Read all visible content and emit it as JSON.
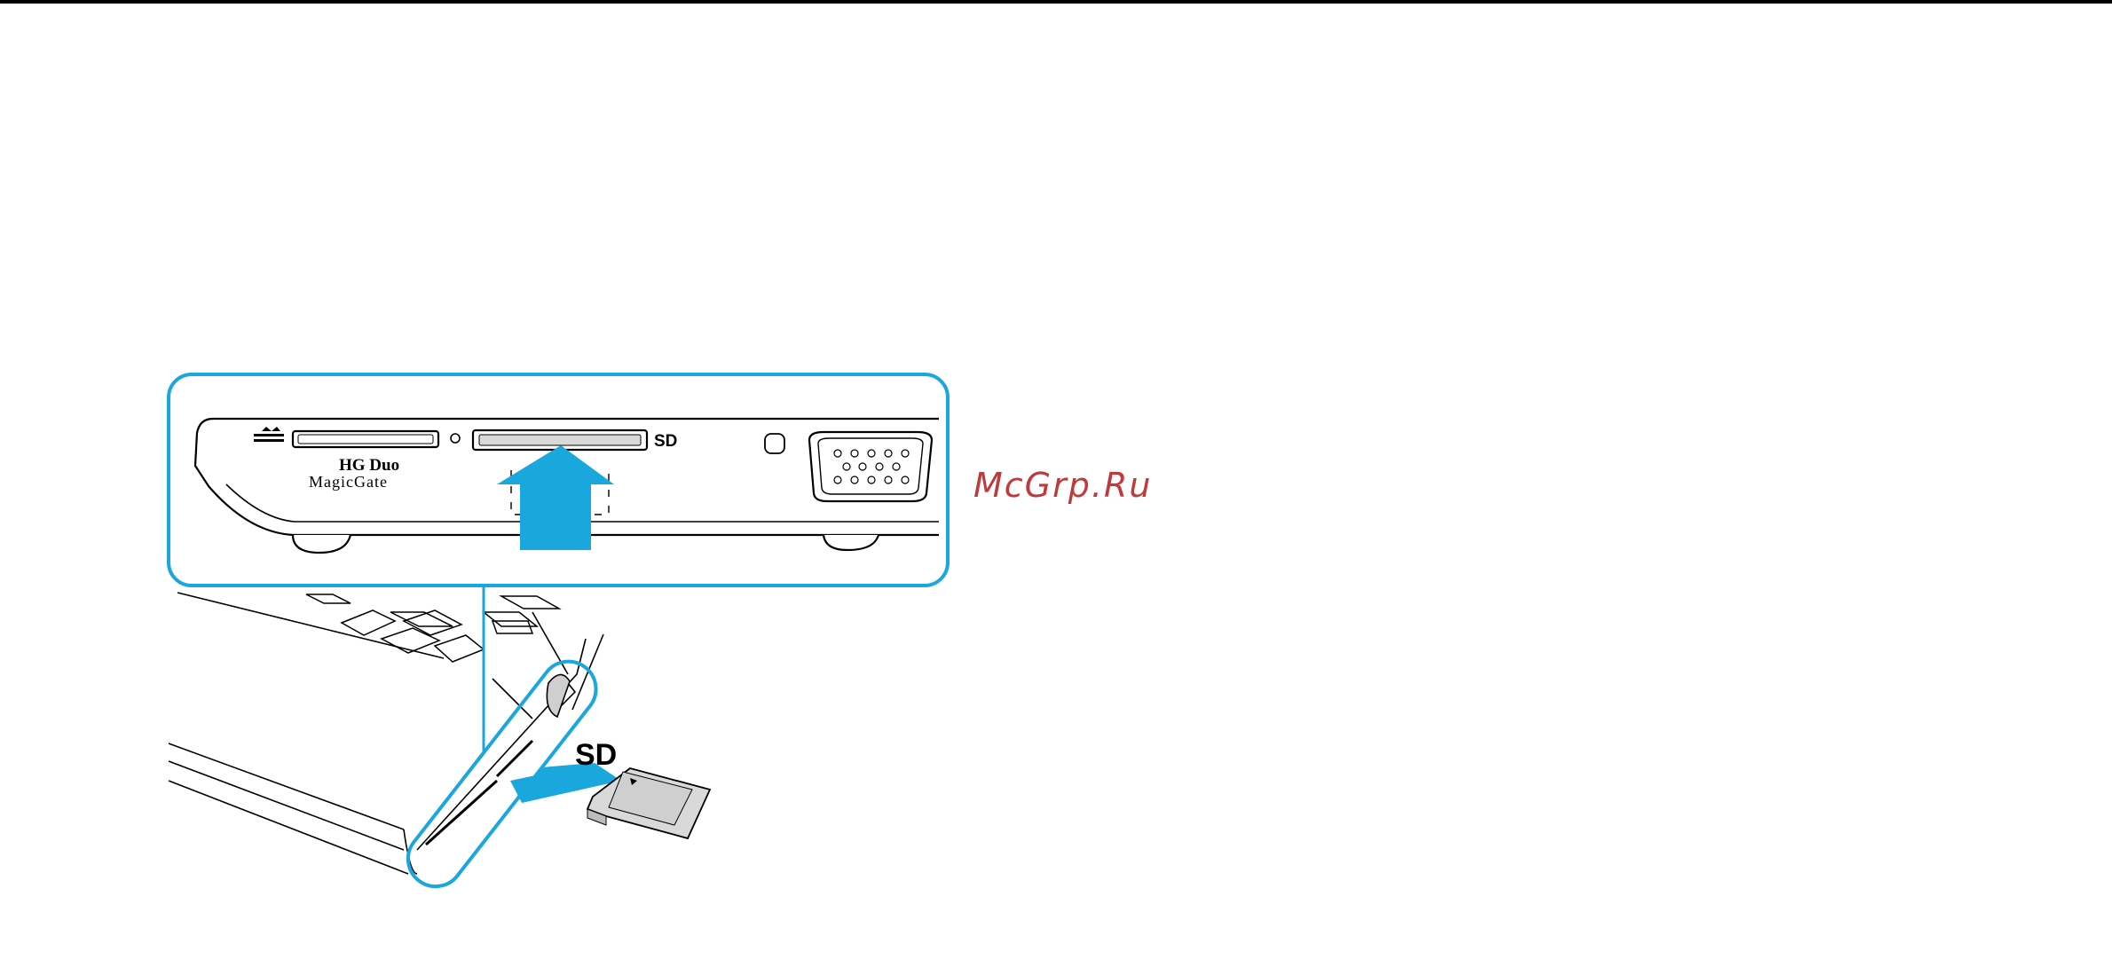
{
  "labels": {
    "slot_small": "SD",
    "slot_big": "SD",
    "hg_duo": "HG Duo",
    "magicgate": "MagicGate"
  },
  "watermark": {
    "text": "McGrp.Ru",
    "color": "#c0393b"
  },
  "colors": {
    "accent": "#1aa7de",
    "arrow": "#1aa7de",
    "line": "#000000",
    "card": "#d9d9d9"
  },
  "icons": [
    "memory-stick-logo-icon",
    "led-indicator-icon",
    "vga-port-icon",
    "sd-card-icon",
    "insert-arrow-icon"
  ]
}
